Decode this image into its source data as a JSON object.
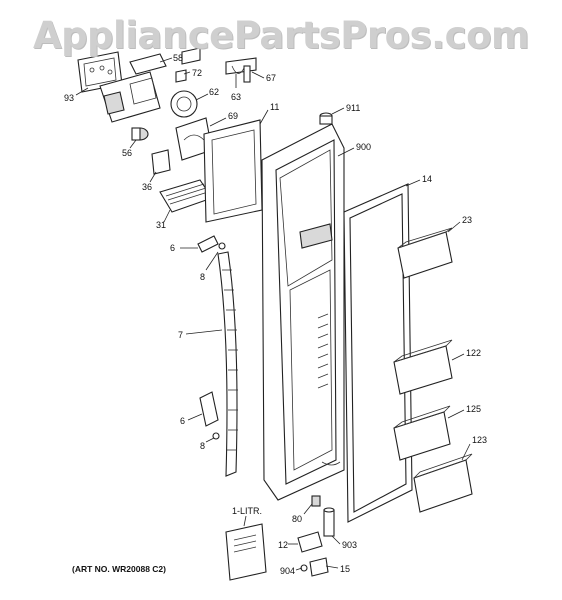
{
  "watermark": "AppliancePartsPros.com",
  "art_number": "(ART NO. WR20088 C2)",
  "callouts": {
    "c93": "93",
    "c58": "58",
    "c72": "72",
    "c62": "62",
    "c63": "63",
    "c67": "67",
    "c69": "69",
    "c56": "56",
    "c36": "36",
    "c31": "31",
    "c11": "11",
    "c911": "911",
    "c900": "900",
    "c14": "14",
    "c23": "23",
    "c6a": "6",
    "c8a": "8",
    "c7": "7",
    "c122": "122",
    "c6b": "6",
    "c125": "125",
    "c8b": "8",
    "c123": "123",
    "c1litr": "1-LITR.",
    "c80": "80",
    "c12": "12",
    "c903": "903",
    "c904": "904",
    "c15": "15"
  }
}
